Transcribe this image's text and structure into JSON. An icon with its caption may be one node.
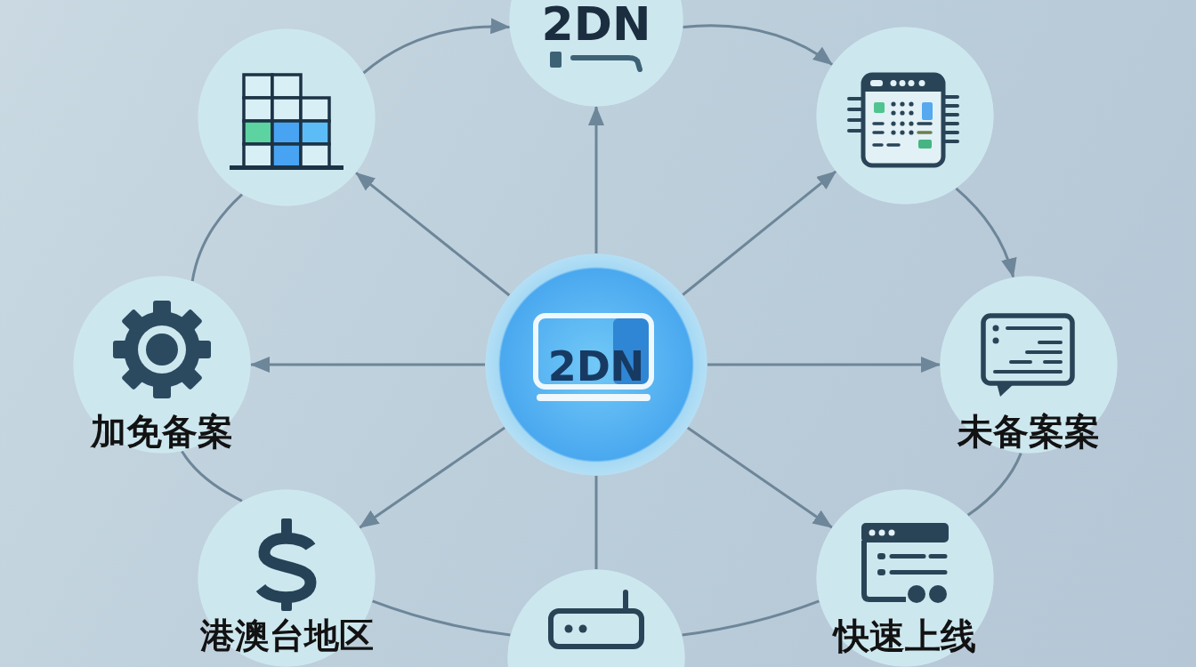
{
  "diagram": {
    "nodes": [
      {
        "text": [
          "2DN"
        ]
      },
      {
        "text": [],
        "shape": "circle"
      },
      {
        "text": [],
        "shape": "circle"
      },
      {
        "text": [
          "加免备案"
        ]
      },
      {
        "text": [
          "2DN"
        ]
      },
      {
        "text": [
          "未备案案"
        ]
      },
      {
        "text": [
          "港澳台地区"
        ]
      },
      {
        "text": [],
        "shape": "circle"
      },
      {
        "text": [
          "快速上线"
        ]
      }
    ],
    "edges": [
      {
        "from": 4,
        "to": 0,
        "arrow": "to"
      },
      {
        "from": 4,
        "to": 1,
        "arrow": "to"
      },
      {
        "from": 4,
        "to": 2,
        "arrow": "to"
      },
      {
        "from": 4,
        "to": 3,
        "arrow": "to"
      },
      {
        "from": 4,
        "to": 5,
        "arrow": "to"
      },
      {
        "from": 4,
        "to": 6,
        "arrow": "to"
      },
      {
        "from": 4,
        "to": 7,
        "arrow": "none"
      },
      {
        "from": 4,
        "to": 8,
        "arrow": "to"
      },
      {
        "from": 1,
        "to": 0,
        "arrow": "to"
      },
      {
        "from": 0,
        "to": 2,
        "arrow": "to"
      },
      {
        "from": 2,
        "to": 5,
        "arrow": "to"
      },
      {
        "from": 5,
        "to": 8,
        "arrow": "none"
      },
      {
        "from": 8,
        "to": 7,
        "arrow": "none"
      },
      {
        "from": 7,
        "to": 6,
        "arrow": "none"
      },
      {
        "from": 6,
        "to": 3,
        "arrow": "none"
      },
      {
        "from": 3,
        "to": 1,
        "arrow": "none"
      }
    ]
  }
}
